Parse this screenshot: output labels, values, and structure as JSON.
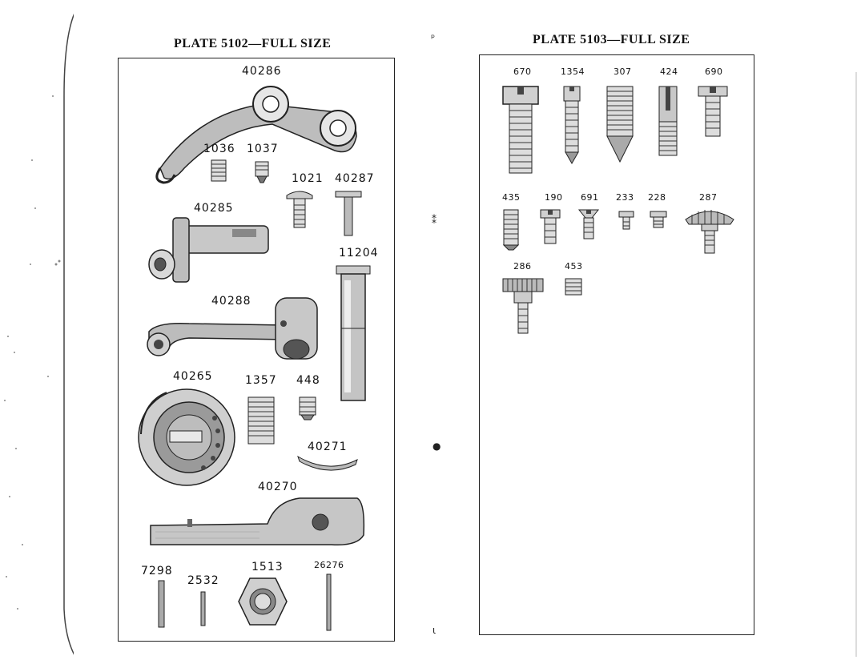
{
  "left_plate": {
    "title": "PLATE 5102—FULL SIZE",
    "labels": {
      "p40286": "40286",
      "p1036": "1036",
      "p1037": "1037",
      "p1021": "1021",
      "p40287": "40287",
      "p40285": "40285",
      "p11204": "11204",
      "p40288": "40288",
      "p40265": "40265",
      "p1357": "1357",
      "p448": "448",
      "p40271": "40271",
      "p40270": "40270",
      "p7298": "7298",
      "p2532": "2532",
      "p1513": "1513",
      "p26276": "26276"
    }
  },
  "right_plate": {
    "title": "PLATE 5103—FULL SIZE",
    "labels": {
      "p670": "670",
      "p1354": "1354",
      "p307": "307",
      "p424": "424",
      "p690": "690",
      "p435": "435",
      "p190": "190",
      "p691": "691",
      "p233": "233",
      "p228": "228",
      "p287": "287",
      "p286": "286",
      "p453": "453"
    }
  }
}
